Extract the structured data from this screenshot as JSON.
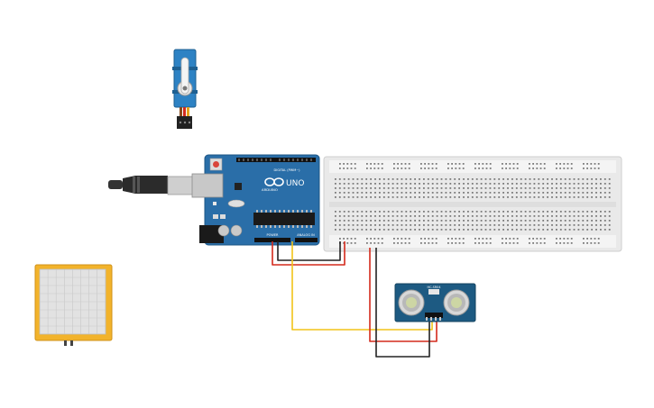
{
  "circuit": {
    "arduino": {
      "logo": "UNO",
      "brand": "ARDUINO",
      "power_label": "POWER",
      "analog_label": "ANALOG IN",
      "digital_label": "DIGITAL (PWM~)",
      "board_color": "#2a6ea8"
    },
    "ultrasonic": {
      "label": "HC-SR04",
      "board_color": "#1d5a82"
    },
    "force_sensor": {
      "color": "#f2b32b"
    },
    "servo": {
      "color": "#2d82c4"
    },
    "wires": {
      "red": "#d42a1c",
      "black": "#222222",
      "yellow": "#f2c318"
    }
  }
}
